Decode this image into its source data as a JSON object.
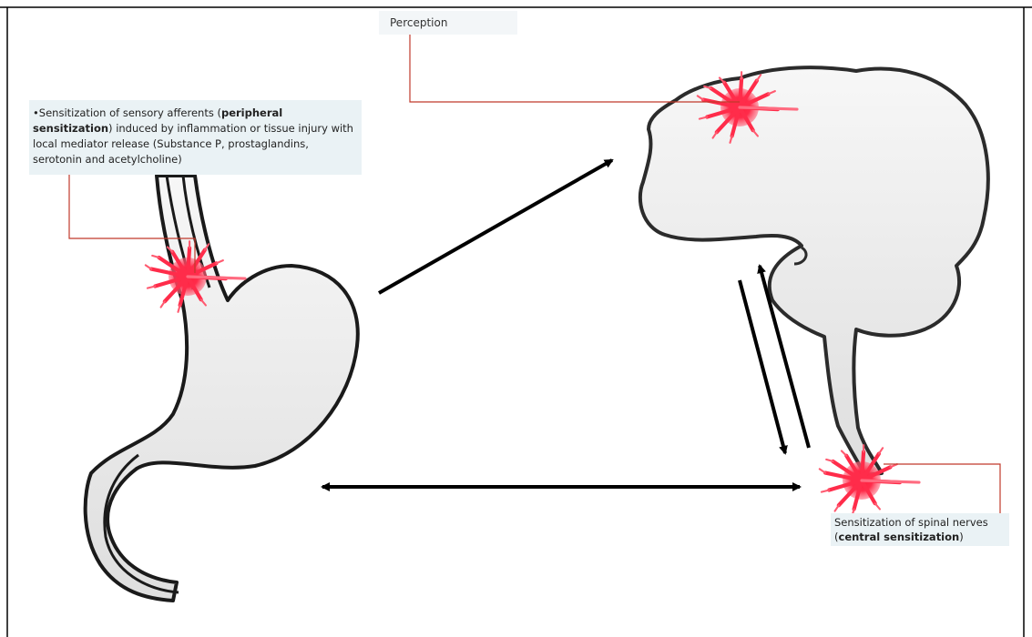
{
  "labels": {
    "perception": "Perception",
    "peripheral": {
      "bullet": "•",
      "pre": "Sensitization of sensory afferents (",
      "bold": "peripheral sensitization",
      "post": ") induced by inflammation or tissue injury with local mediator release (Substance P, prostaglandins, serotonin and acetylcholine)"
    },
    "central": {
      "pre": "Sensitization of spinal nerves (",
      "bold": "central sensitization",
      "post": ")"
    }
  },
  "colors": {
    "organ_fill": "#ececec",
    "outline": "#2b2b2b",
    "leader_line": "#c0392b",
    "burst": "#ff1f3d",
    "arrow": "#000000"
  },
  "icons": {
    "stomach": "stomach-illustration",
    "brain": "brain-spinal-cord-illustration",
    "burst": "pain-burst-icon"
  }
}
